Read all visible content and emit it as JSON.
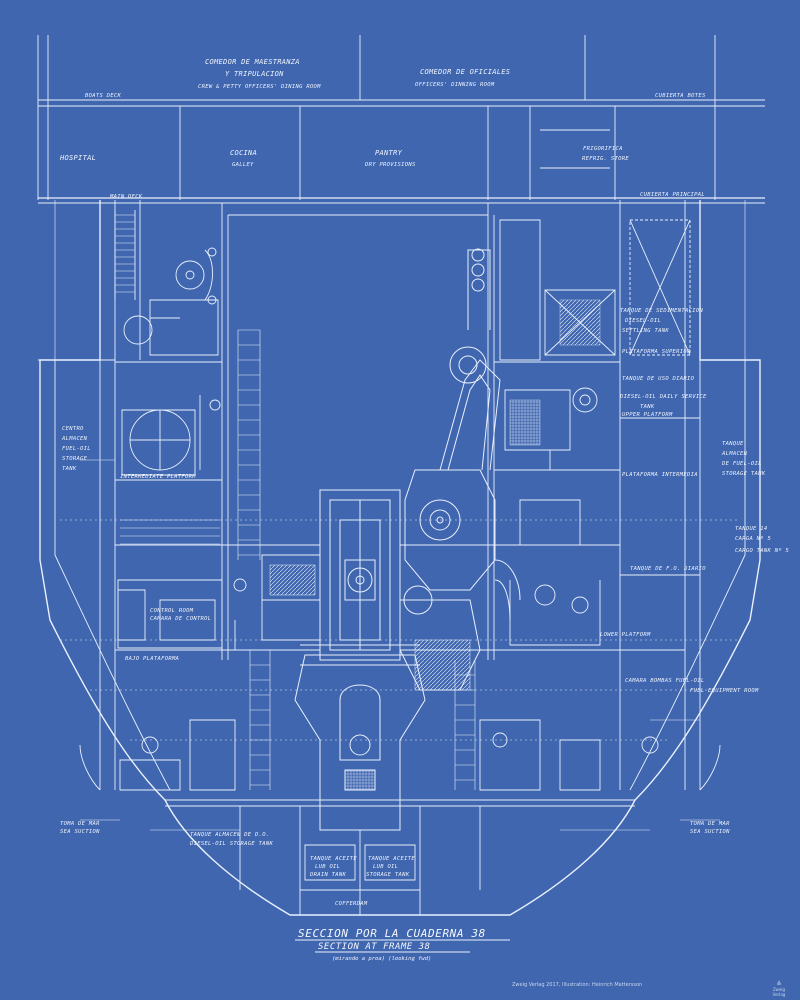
{
  "labels": {
    "comedor_maestranza_1": "COMEDOR DE MAESTRANZA",
    "comedor_maestranza_2": "Y TRIPULACION",
    "crew_mess": "CREW & PETTY OFFICERS' DINING ROOM",
    "comedor_oficiales": "COMEDOR DE OFICIALES",
    "officers_dining": "OFFICERS' DINNING ROOM",
    "boats_deck": "BOATS DECK",
    "cubierta_botes": "CUBIERTA BOTES",
    "hospital": "HOSPITAL",
    "cocina": "COCINA",
    "galley": "GALLEY",
    "pantry_1": "PANTRY",
    "pantry_2": "DRY PROVISIONS",
    "frigorifica": "FRIGORIFICA",
    "provis_store": "REFRIG. STORE",
    "main_deck": "MAIN DECK",
    "cubierta_principal": "CUBIERTA PRINCIPAL",
    "deposito_sedimentacion": "TANQUE DE SEDIMENTACION",
    "diesel_oil": "DIESEL-OIL",
    "settling_tank": "SETTLING TANK",
    "plataforma_superior": "PLATAFORMA SUPERIOR",
    "tanque_uso_diario": "TANQUE DE USO DIARIO",
    "diesel_daily": "DIESEL-OIL DAILY SERVICE",
    "tank": "TANK",
    "upper_platform": "UPPER PLATFORM",
    "tanque_almacen_1": "TANQUE",
    "tanque_almacen_2": "ALMACEN",
    "tanque_almacen_3": "DE FUEL-OIL",
    "storage_tank": "STORAGE TANK",
    "plataforma_intermedia": "PLATAFORMA INTERMEDIA",
    "tanque_14": "TANQUE 14",
    "carga_5": "CARGA Nº 5",
    "cargo_tank_5": "CARGO TANK Nº 5",
    "intermediate_platform": "INTERMEDIATE PLATFORM",
    "control_room": "CONTROL ROOM",
    "camara_control": "CAMARA DE CONTROL",
    "fuel_oil_daily": "TANQUE DE F.O. DIARIO",
    "bajo_plataforma": "BAJO PLATAFORMA",
    "platform_lower": "LOWER PLATFORM",
    "centro_diesel_1": "CENTRO",
    "centro_diesel_2": "ALMACEN",
    "centro_diesel_3": "FUEL-OIL",
    "centro_diesel_4": "STORAGE",
    "centro_diesel_5": "TANK",
    "camara_bombas": "CAMARA BOMBAS FUEL-OIL",
    "fuel_pump_room": "FUEL EQUIPMENT ROOM",
    "tanque_diesel_doble": "TANQUE ALMACEN DE D.O.",
    "diesel_storage": "DIESEL-OIL STORAGE TANK",
    "tanque_aceite_1": "TANQUE ACEITE",
    "tanque_aceite_2": "LUB OIL",
    "lub_oil_drain": "DRAIN TANK",
    "tanque_aceite_3": "TANQUE ACEITE",
    "tanque_aceite_4": "LUB OIL",
    "lub_oil_storage": "STORAGE TANK",
    "cofferdam": "COFFERDAM",
    "sea_suction_left": "SEA SUCTION",
    "sea_suction_right": "SEA SUCTION",
    "toma_mar_left": "TOMA DE MAR",
    "toma_mar_right": "TOMA DE MAR"
  },
  "titles": {
    "seccion": "SECCION POR LA CUADERNA 38",
    "section": "SECTION AT FRAME 38",
    "subtitle": "(mirando a proa) (looking fwd)"
  },
  "credit": "Zweig Verlag 2017, Illustration: Heinrich Mattersson",
  "publisher": "Zweig Verlag",
  "colors": {
    "background": "#3f66ae",
    "ink": "#eef3ff"
  }
}
